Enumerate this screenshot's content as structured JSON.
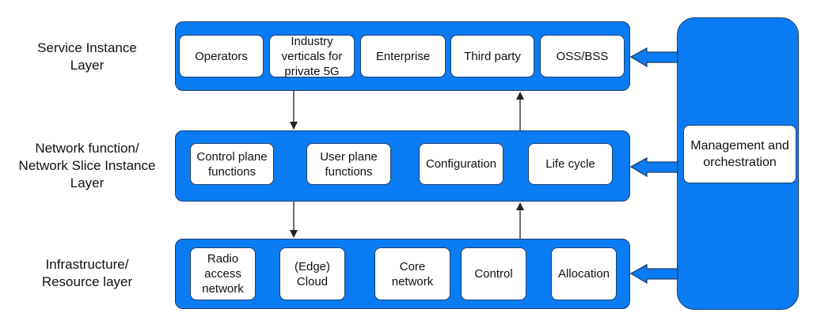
{
  "layers": [
    {
      "label": "Service Instance\nLayer",
      "items": [
        "Operators",
        "Industry\nverticals for\nprivate 5G",
        "Enterprise",
        "Third party",
        "OSS/BSS"
      ]
    },
    {
      "label": "Network function/\nNetwork Slice Instance\nLayer",
      "items": [
        "Control plane\nfunctions",
        "User plane\nfunctions",
        "Configuration",
        "Life cycle"
      ]
    },
    {
      "label": "Infrastructure/\nResource layer",
      "items": [
        "Radio\naccess\nnetwork",
        "(Edge)\nCloud",
        "Core\nnetwork",
        "Control",
        "Allocation"
      ]
    }
  ],
  "management": {
    "label": "Management and\norchestration"
  },
  "colors": {
    "fill": "#0a7cf3",
    "stroke": "#1c3f6a",
    "box": "#ffffff"
  }
}
